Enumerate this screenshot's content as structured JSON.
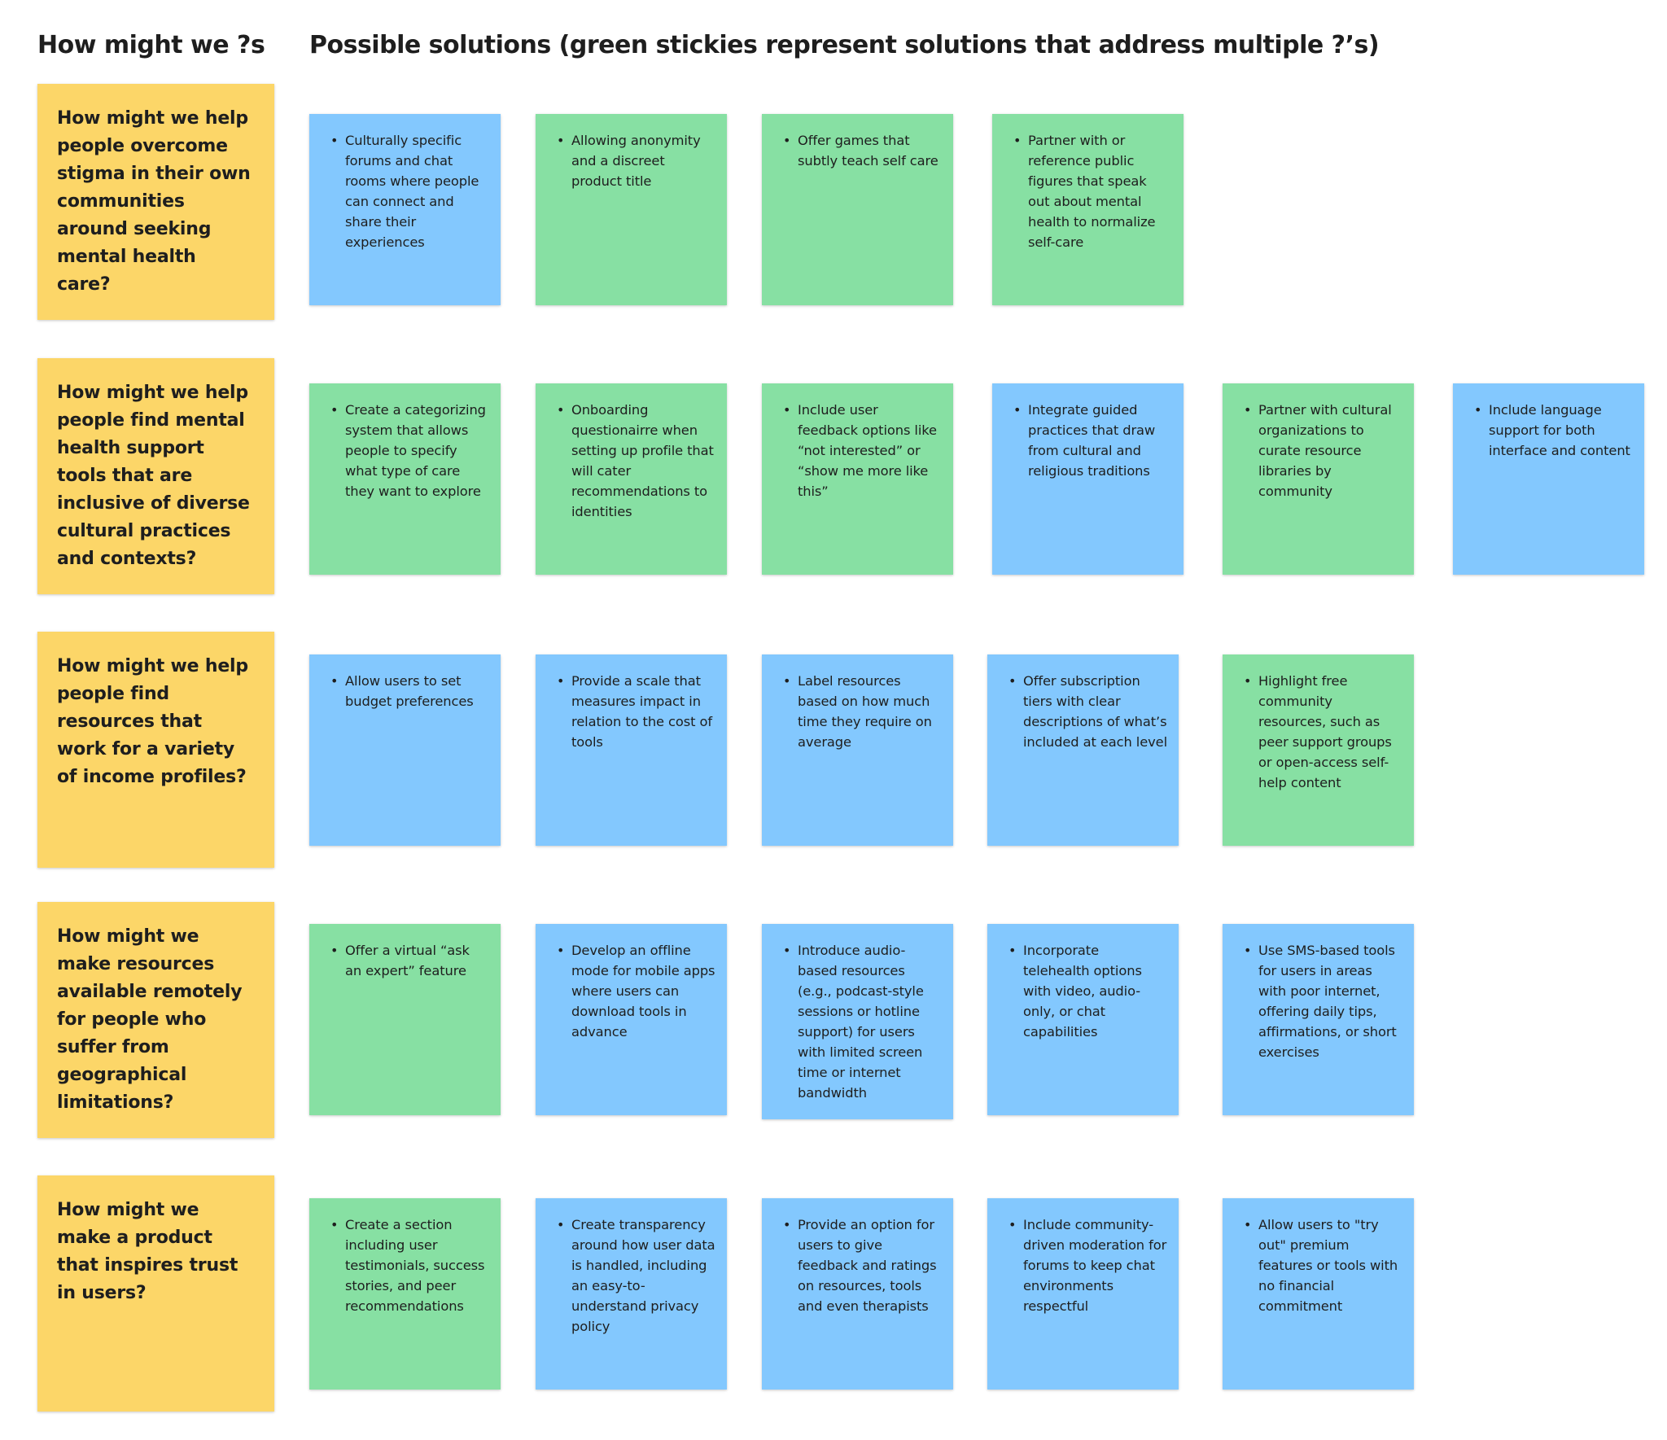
{
  "board": {
    "left_heading": "How might we ?s",
    "right_heading": "Possible solutions (green stickies represent solutions that address multiple ?’s)",
    "colors": {
      "question": "#fcd668",
      "single_solution": "#83c8fe",
      "multi_solution": "#87e0a3"
    }
  },
  "rows": [
    {
      "question": "How might we help people overcome stigma in their own communities around seeking mental health care?",
      "solutions": [
        {
          "text": "Culturally specific forums and chat rooms where people can connect and share their experiences",
          "color": "blue"
        },
        {
          "text": "Allowing anonymity and a discreet product title",
          "color": "green"
        },
        {
          "text": "Offer games that subtly teach self care",
          "color": "green"
        },
        {
          "text": "Partner with or reference public figures that speak out about mental health to normalize self-care",
          "color": "green"
        }
      ]
    },
    {
      "question": "How might we help people find mental health support tools that are inclusive of diverse cultural practices and contexts?",
      "solutions": [
        {
          "text": "Create a categorizing system that allows people to specify what type of care they want to explore",
          "color": "green"
        },
        {
          "text": "Onboarding questionairre when setting up profile that will cater recommendations to identities",
          "color": "green"
        },
        {
          "text": "Include user feedback options like “not interested” or “show me more like this”",
          "color": "green"
        },
        {
          "text": "Integrate guided practices that draw from cultural and religious traditions",
          "color": "blue"
        },
        {
          "text": "Partner with cultural organizations to curate resource libraries by community",
          "color": "green"
        },
        {
          "text": "Include language support for both interface and content",
          "color": "blue"
        }
      ]
    },
    {
      "question": "How might we help people find resources that work for a variety of income profiles?",
      "solutions": [
        {
          "text": "Allow users to set budget preferences",
          "color": "blue"
        },
        {
          "text": "Provide a scale that measures impact in relation to the cost of tools",
          "color": "blue"
        },
        {
          "text": "Label resources based on how much time they require on average",
          "color": "blue"
        },
        {
          "text": "Offer subscription tiers with clear descriptions of what’s included at each level",
          "color": "blue"
        },
        {
          "text": "Highlight free community resources, such as peer support groups or open-access self-help content",
          "color": "green"
        }
      ]
    },
    {
      "question": "How might we make resources available remotely for people who suffer from geographical limitations?",
      "solutions": [
        {
          "text": "Offer a virtual “ask an expert” feature",
          "color": "green"
        },
        {
          "text": "Develop an offline mode for mobile apps where users can download tools in advance",
          "color": "blue"
        },
        {
          "text": "Introduce audio-based resources (e.g., podcast-style sessions or hotline support) for users with limited screen time or internet bandwidth",
          "color": "blue"
        },
        {
          "text": "Incorporate telehealth options with video, audio-only, or chat capabilities",
          "color": "blue"
        },
        {
          "text": "Use SMS-based tools for users in areas with poor internet, offering daily tips, affirmations, or short exercises",
          "color": "blue"
        }
      ]
    },
    {
      "question": "How might we make a product that inspires trust in users?",
      "solutions": [
        {
          "text": "Create a section including user testimonials, success stories, and peer recommendations",
          "color": "green"
        },
        {
          "text": "Create transparency around how user data is handled, including an easy-to-understand privacy policy",
          "color": "blue"
        },
        {
          "text": "Provide an option for users to give feedback and ratings on resources, tools and even therapists",
          "color": "blue"
        },
        {
          "text": "Include community-driven moderation for forums to keep chat environments respectful",
          "color": "blue"
        },
        {
          "text": "Allow users to \"try out\" premium features or tools with no financial commitment",
          "color": "blue"
        }
      ]
    }
  ]
}
